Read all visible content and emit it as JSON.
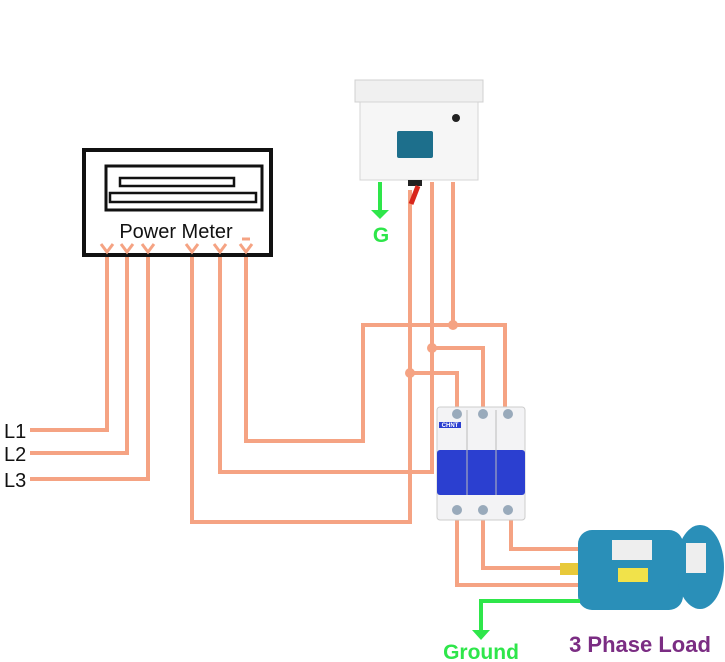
{
  "meter": {
    "label": "Power Meter"
  },
  "lines": {
    "l1": "L1",
    "l2": "L2",
    "l3": "L3"
  },
  "capacitor": {
    "ground_label": "G"
  },
  "breaker": {
    "brand": "CHNT"
  },
  "load": {
    "label": "3 Phase Load",
    "ground_label": "Ground"
  },
  "colors": {
    "wire": "#f5a383",
    "ground": "#2ee64a",
    "load_label": "#7b2d83",
    "breaker_blue": "#2b3fd0",
    "motor": "#2a8fb8"
  }
}
